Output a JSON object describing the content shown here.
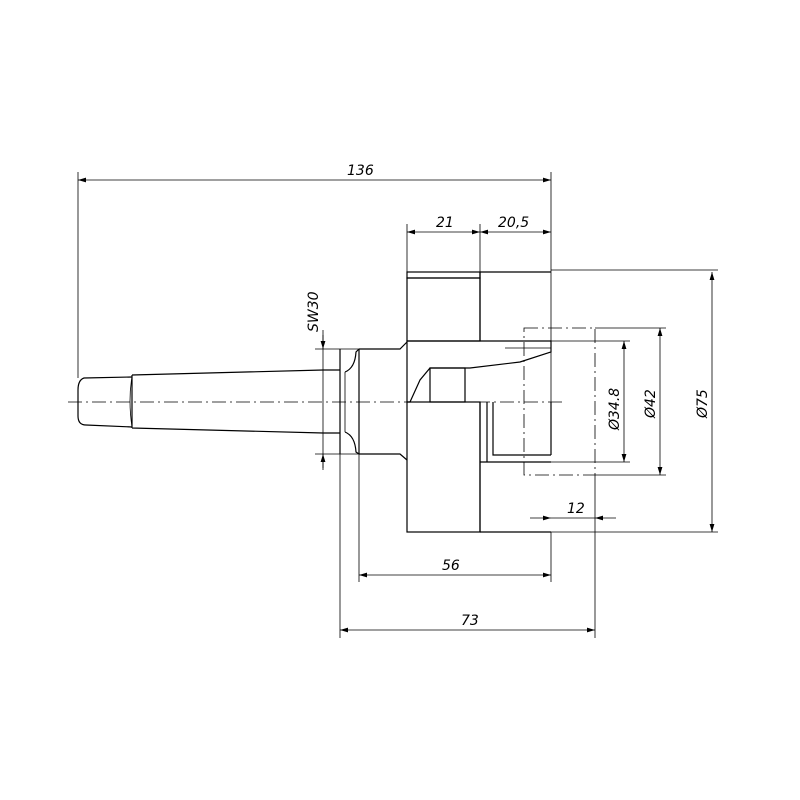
{
  "drawing": {
    "dimensions": {
      "overall_length": "136",
      "disc_width": "21",
      "hub_width": "20,5",
      "wrench_size": "SW30",
      "diameter_34_8": "Ø34.8",
      "diameter_42": "Ø42",
      "diameter_75": "Ø75",
      "offset_12": "12",
      "length_56": "56",
      "length_73": "73"
    },
    "line_color": "#000000",
    "background": "#ffffff"
  }
}
